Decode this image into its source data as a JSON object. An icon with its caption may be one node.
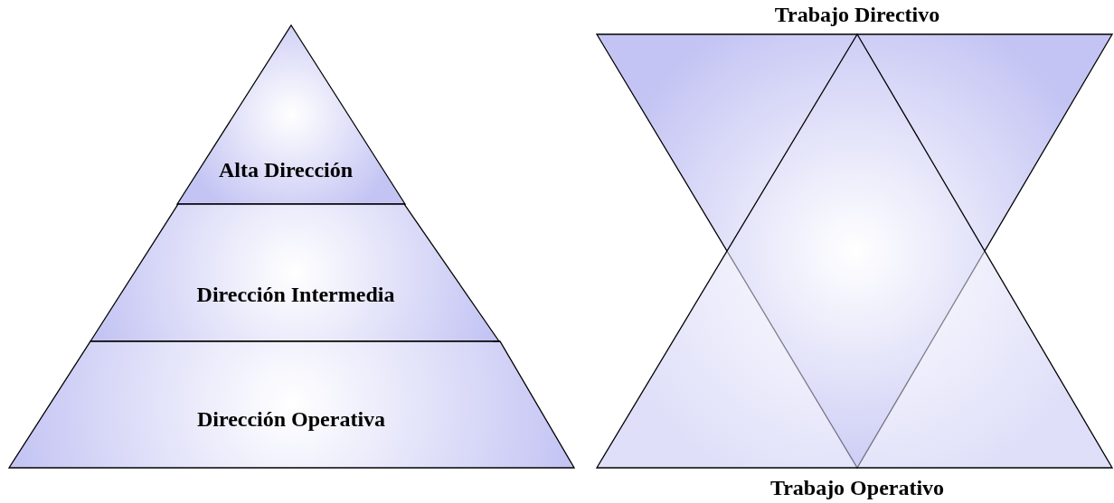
{
  "diagram": {
    "nodes": [
      {
        "text": [
          "Alta Dirección"
        ]
      },
      {
        "text": [
          "Dirección Intermedia"
        ]
      },
      {
        "text": [
          "Dirección Operativa"
        ]
      },
      {
        "text": [
          "Trabajo Directivo"
        ]
      },
      {
        "text": [
          "Trabajo Operativo"
        ]
      }
    ]
  }
}
